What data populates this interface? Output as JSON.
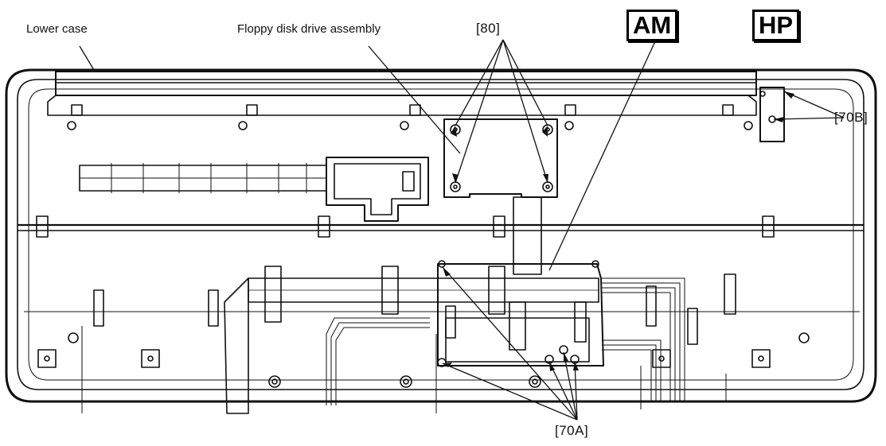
{
  "labels": {
    "lower_case": "Lower case",
    "floppy_assembly": "Floppy disk drive assembly",
    "ref_80": "[80]",
    "ref_70a": "[70A]",
    "ref_70b": "[70B]",
    "box_am": "AM",
    "box_hp": "HP"
  }
}
